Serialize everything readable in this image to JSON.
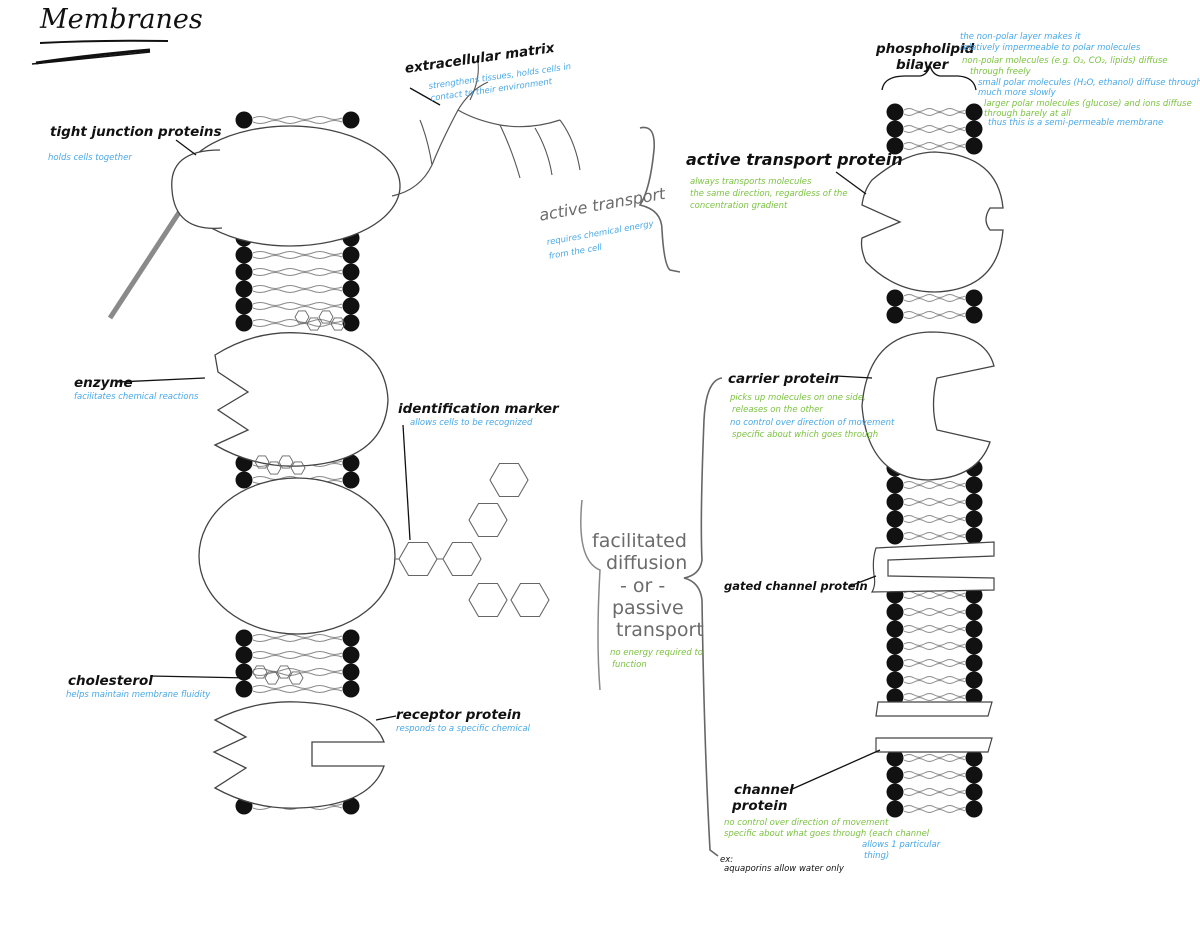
{
  "title": "Membranes",
  "colors": {
    "blue_note": "#4aa8e8",
    "green_note": "#7cc242",
    "outline": "#333333",
    "head": "#111111"
  },
  "left": {
    "tight_junction": {
      "label": "tight junction proteins",
      "note": "holds cells together"
    },
    "ecm": {
      "label": "extracellular matrix",
      "note1": "strengthens tissues, holds cells in",
      "note2": "contact to their environment"
    },
    "enzyme": {
      "label": "enzyme",
      "note": "facilitates chemical reactions"
    },
    "id_marker": {
      "label": "identification marker",
      "note": "allows cells to be recognized"
    },
    "cholesterol": {
      "label": "cholesterol",
      "note": "helps maintain membrane fluidity"
    },
    "receptor": {
      "label": "receptor protein",
      "note": "responds to a specific chemical"
    }
  },
  "middle": {
    "active_transport": {
      "label": "active transport",
      "note1": "requires chemical energy",
      "note2": "from the cell"
    },
    "facilitated": {
      "line1": "facilitated",
      "line2": "diffusion",
      "line3": "- or -",
      "line4": "passive",
      "line5": "transport",
      "note1": "no energy required to",
      "note2": "function"
    }
  },
  "right": {
    "bilayer": {
      "line1": "phospholipid",
      "line2": "bilayer"
    },
    "bilayer_notes": [
      "the non-polar layer makes it",
      "relatively impermeable to polar molecules",
      "non-polar molecules (e.g. O₂, CO₂, lipids) diffuse",
      "through freely",
      "small polar molecules (H₂O, ethanol) diffuse through",
      "much more slowly",
      "larger polar molecules (glucose) and ions diffuse",
      "through barely at all",
      "thus this is a semi-permeable membrane"
    ],
    "active_protein": {
      "label": "active transport protein",
      "note1": "always transports molecules",
      "note2": "the same direction, regardless of the",
      "note3": "concentration gradient"
    },
    "carrier": {
      "label": "carrier protein",
      "note1": "picks up molecules on one side,",
      "note2": "releases on the other",
      "note3": "no control over direction of movement",
      "note4": "specific about which goes through"
    },
    "gated": {
      "label": "gated channel protein"
    },
    "channel": {
      "line1": "channel",
      "line2": "protein",
      "note1": "no control over direction of movement",
      "note2": "specific about what goes through (each channel",
      "note3": "allows 1 particular",
      "note4": "thing)",
      "footnote1": "ex:",
      "footnote2": "aquaporins allow water only"
    }
  }
}
